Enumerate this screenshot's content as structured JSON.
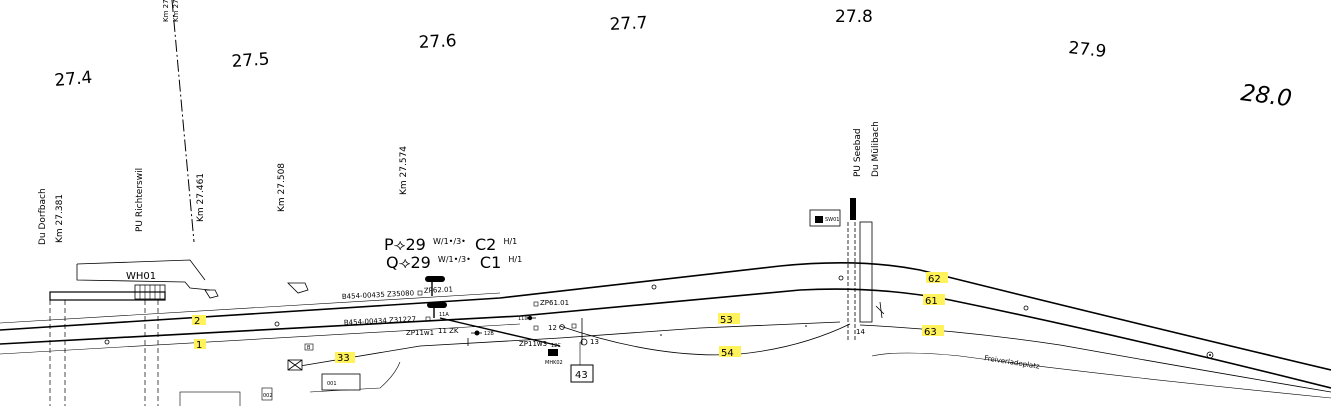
{
  "km_markers": [
    "27.4",
    "27.5",
    "27.6",
    "27.7",
    "27.8",
    "27.9",
    "28.0"
  ],
  "top_clip_label": "Km 27",
  "vertical_labels": {
    "du_dorfbach": "Du Dorfbach",
    "km_27381": "Km  27.381",
    "pu_richterswil": "PU Richterswil",
    "km_27461": "Km  27.461",
    "km_27508": "Km  27.508",
    "km_27574": "Km  27.574",
    "pu_seebad": "PU  Seebad",
    "du_muelibach": "Du  Mülibach"
  },
  "signals": {
    "p_main": "P⟢29",
    "p_sup1": "W/1•/3•",
    "p_mid": "C2",
    "p_sup2": "H/1",
    "q_main": "Q⟢29",
    "q_sup1": "W/1•/3•",
    "q_mid": "C1",
    "q_sup2": "H/1"
  },
  "labels": {
    "wh01": "WH01",
    "zp62": "ZP62.01",
    "b454_35080": "B454-00435 Z35080",
    "b454_31227": "B454-00434 Z31227",
    "zp61": "ZP61.01",
    "zp11w1": "ZP11w1",
    "k11": "11 ZK",
    "k12b": "12B",
    "k11a": "11A",
    "k11d": "11D",
    "k12": "12",
    "zp11w3": "ZP11w3",
    "k12c": "12C",
    "k13": "13",
    "mhk02": "MHK02",
    "box43": "43",
    "k14": "14",
    "sw01": "SW01",
    "b_box": "B",
    "box001": "001",
    "box002": "002",
    "freiverladeplatz": "Freiverladeplatz"
  },
  "tracks": {
    "t1": "1",
    "t2": "2",
    "t33": "33",
    "t53": "53",
    "t54": "54",
    "t61": "61",
    "t62": "62",
    "t63": "63"
  },
  "colors": {
    "highlight": "#fff25a",
    "line": "#000000",
    "background": "#ffffff"
  }
}
